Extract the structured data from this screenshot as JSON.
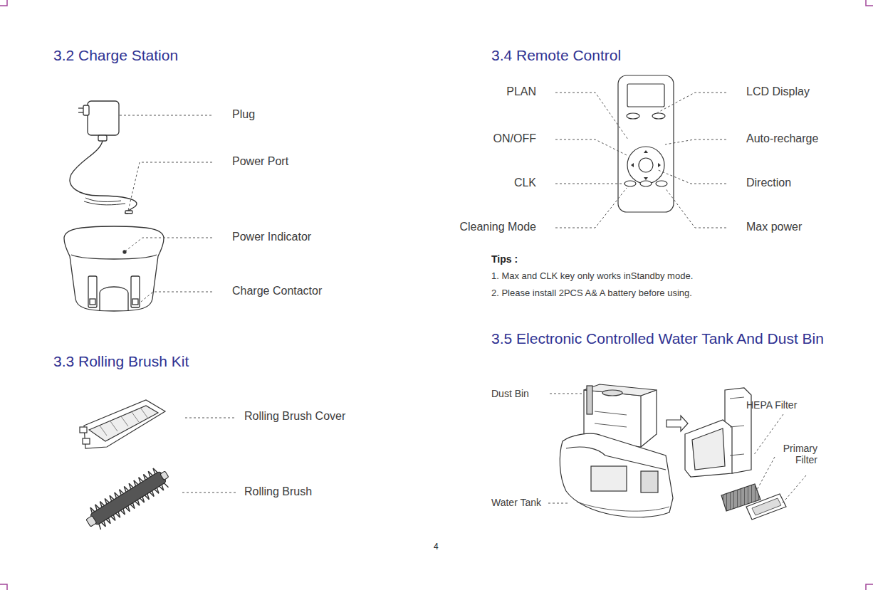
{
  "diagram": {
    "labels": [
      "3.2 Charge Station",
      "Plug",
      "Power Port",
      "Power Indicator",
      "Charge Contactor",
      "3.3 Rolling Brush Kit",
      "Rolling Brush Cover",
      "Rolling Brush",
      "3.4 Remote Control",
      "PLAN",
      "ON/OFF",
      "CLK",
      "Cleaning Mode",
      "LCD Display",
      "Auto-recharge",
      "Direction",
      "Max power",
      "Tips :",
      "1. Max and CLK key only works inStandby mode.",
      "2. Please install 2PCS A& A battery before using.",
      "3.5 Electronic Controlled Water Tank And Dust Bin",
      "Dust Bin",
      "Water Tank",
      "HEPA Filter",
      "Primary Filter",
      "4"
    ]
  }
}
